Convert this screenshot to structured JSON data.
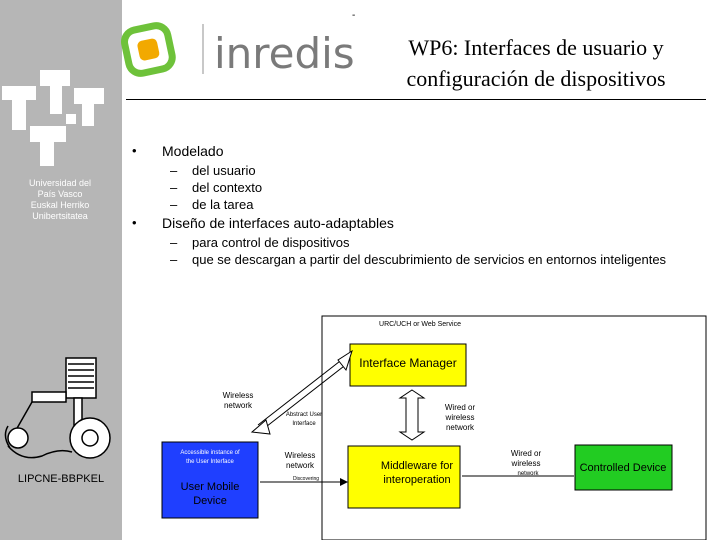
{
  "header": {
    "logo_text": "inredis",
    "title_line1": "WP6: Interfaces de usuario y",
    "title_line2": "configuración de dispositivos",
    "top_tick": "-"
  },
  "sidebar": {
    "university": [
      "Universidad del",
      "País Vasco",
      "Euskal Herriko",
      "Unibertsitatea"
    ],
    "lab": "LIPCNE-BBPKEL"
  },
  "bullets": [
    {
      "text": "Modelado",
      "sub": [
        "del usuario",
        "del contexto",
        "de la tarea"
      ]
    },
    {
      "text": "Diseño de interfaces auto-adaptables",
      "sub": [
        "para control de dispositivos",
        "que se descargan a partir del descubrimiento de servicios en entornos inteligentes"
      ]
    }
  ],
  "diagram": {
    "urc_label": "URC/UCH or Web Service",
    "interface_manager": "Interface Manager",
    "wireless_left": [
      "Wireless",
      "network"
    ],
    "abstract_ui": [
      "Abstract User",
      "Interface"
    ],
    "wired_right": [
      "Wired or",
      "wireless",
      "network"
    ],
    "accessible_instance": [
      "Accessible instance of",
      "the User Interface"
    ],
    "user_device": [
      "User Mobile",
      "Device"
    ],
    "wireless_mid": [
      "Wireless",
      "network"
    ],
    "discovering": "Discovering",
    "middleware": [
      "Middleware for",
      "interoperation"
    ],
    "wired_far": [
      "Wired or",
      "wireless",
      "network"
    ],
    "controlled_device": "Controlled Device"
  },
  "colors": {
    "sidebar": "#b6b6b6",
    "yellow": "#ffff00",
    "blue": "#1f3fff",
    "green": "#22cc22",
    "logo_green": "#6ec23a",
    "logo_gray": "#7a7a7a"
  }
}
